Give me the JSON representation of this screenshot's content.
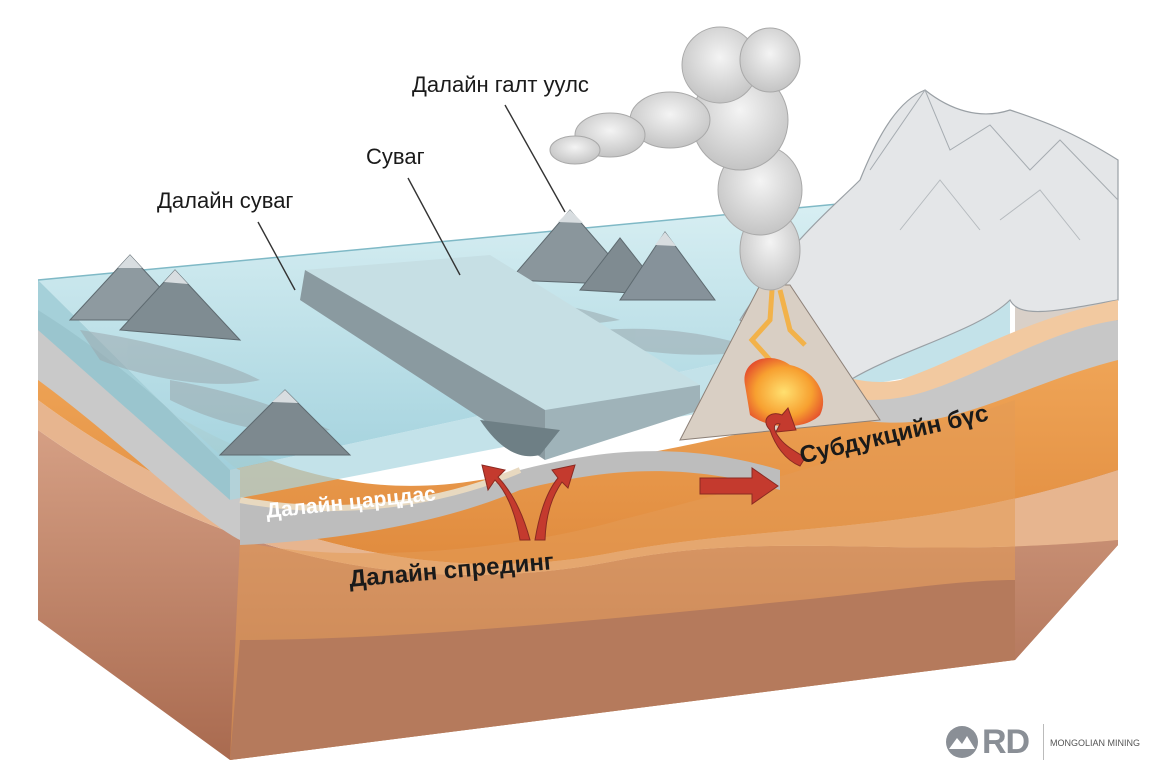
{
  "labels": {
    "ocean_volcano": "Далайн галт уулс",
    "trench": "Суваг",
    "ocean_trench": "Далайн суваг",
    "subduction_zone": "Субдукцийн бүс",
    "oceanic_crust": "Далайн царцдас",
    "ocean_spreading": "Далайн спрединг"
  },
  "logo": {
    "mark": "RD",
    "text": "MONGOLIAN MINING"
  },
  "colors": {
    "water": "#bfe3ea",
    "water_edge": "#7fb9c6",
    "crust": "#c9c9c9",
    "mantle": "#e69a4c",
    "deep_mantle": "#c98a6a",
    "base": "#b5785c",
    "magma": "#f7a030",
    "arrow": "#c43a2e",
    "mountain": "#e4e6e8"
  }
}
